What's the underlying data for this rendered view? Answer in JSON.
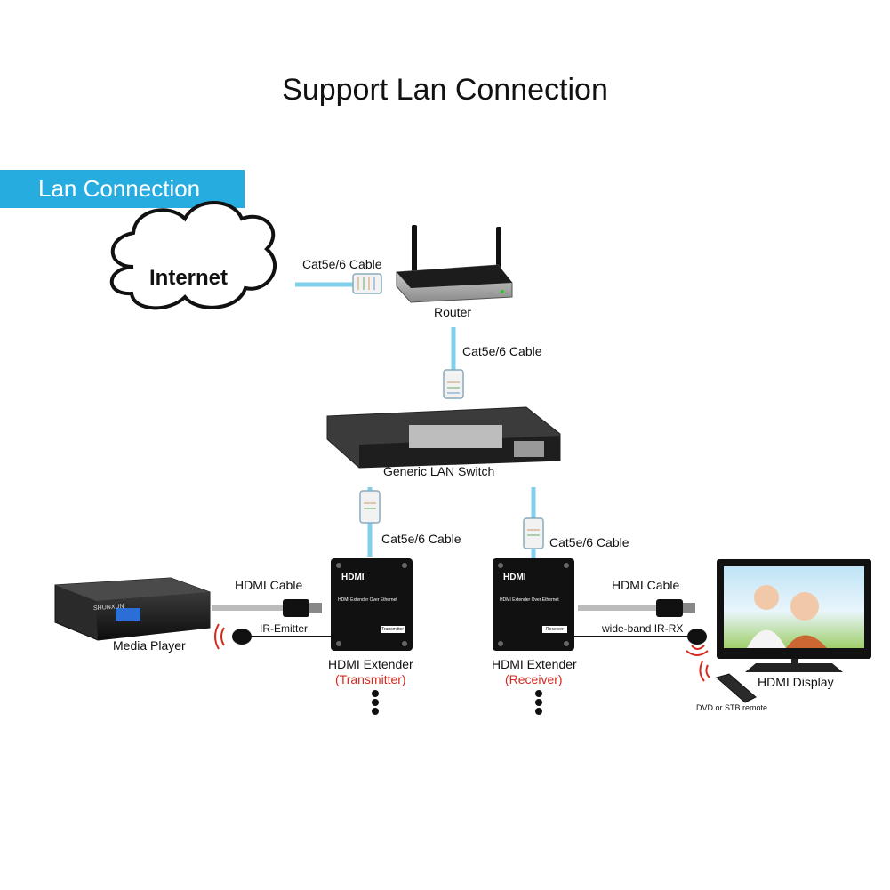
{
  "page_title": "Support Lan Connection",
  "section_banner": "Lan Connection",
  "internet": "Internet",
  "router": {
    "label": "Router"
  },
  "switch": {
    "label": "Generic LAN Switch"
  },
  "cables": {
    "internet_router": "Cat5e/6 Cable",
    "router_switch": "Cat5e/6 Cable",
    "switch_transmitter": "Cat5e/6 Cable",
    "switch_receiver": "Cat5e/6 Cable",
    "player_hdmi": "HDMI Cable",
    "display_hdmi": "HDMI Cable"
  },
  "media_player": {
    "label": "Media Player",
    "brand": "SHUNXUN"
  },
  "ir_emitter": "IR-Emitter",
  "ir_rx": "wide-band IR-RX",
  "transmitter": {
    "label": "HDMI Extender",
    "role": "(Transmitter)",
    "logo": "HDMI",
    "caption": "HDMI Extender Over Ethernet",
    "tag": "Transmitter"
  },
  "receiver": {
    "label": "HDMI Extender",
    "role": "(Receiver)",
    "logo": "HDMI",
    "caption": "HDMI Extender Over Ethernet",
    "tag": "Receiver"
  },
  "display": {
    "label": "HDMI Display"
  },
  "remote": {
    "label": "DVD or STB remote"
  },
  "colors": {
    "banner": "#27ace0",
    "cable": "#7fd0ec",
    "accent_red": "#d6281f"
  }
}
